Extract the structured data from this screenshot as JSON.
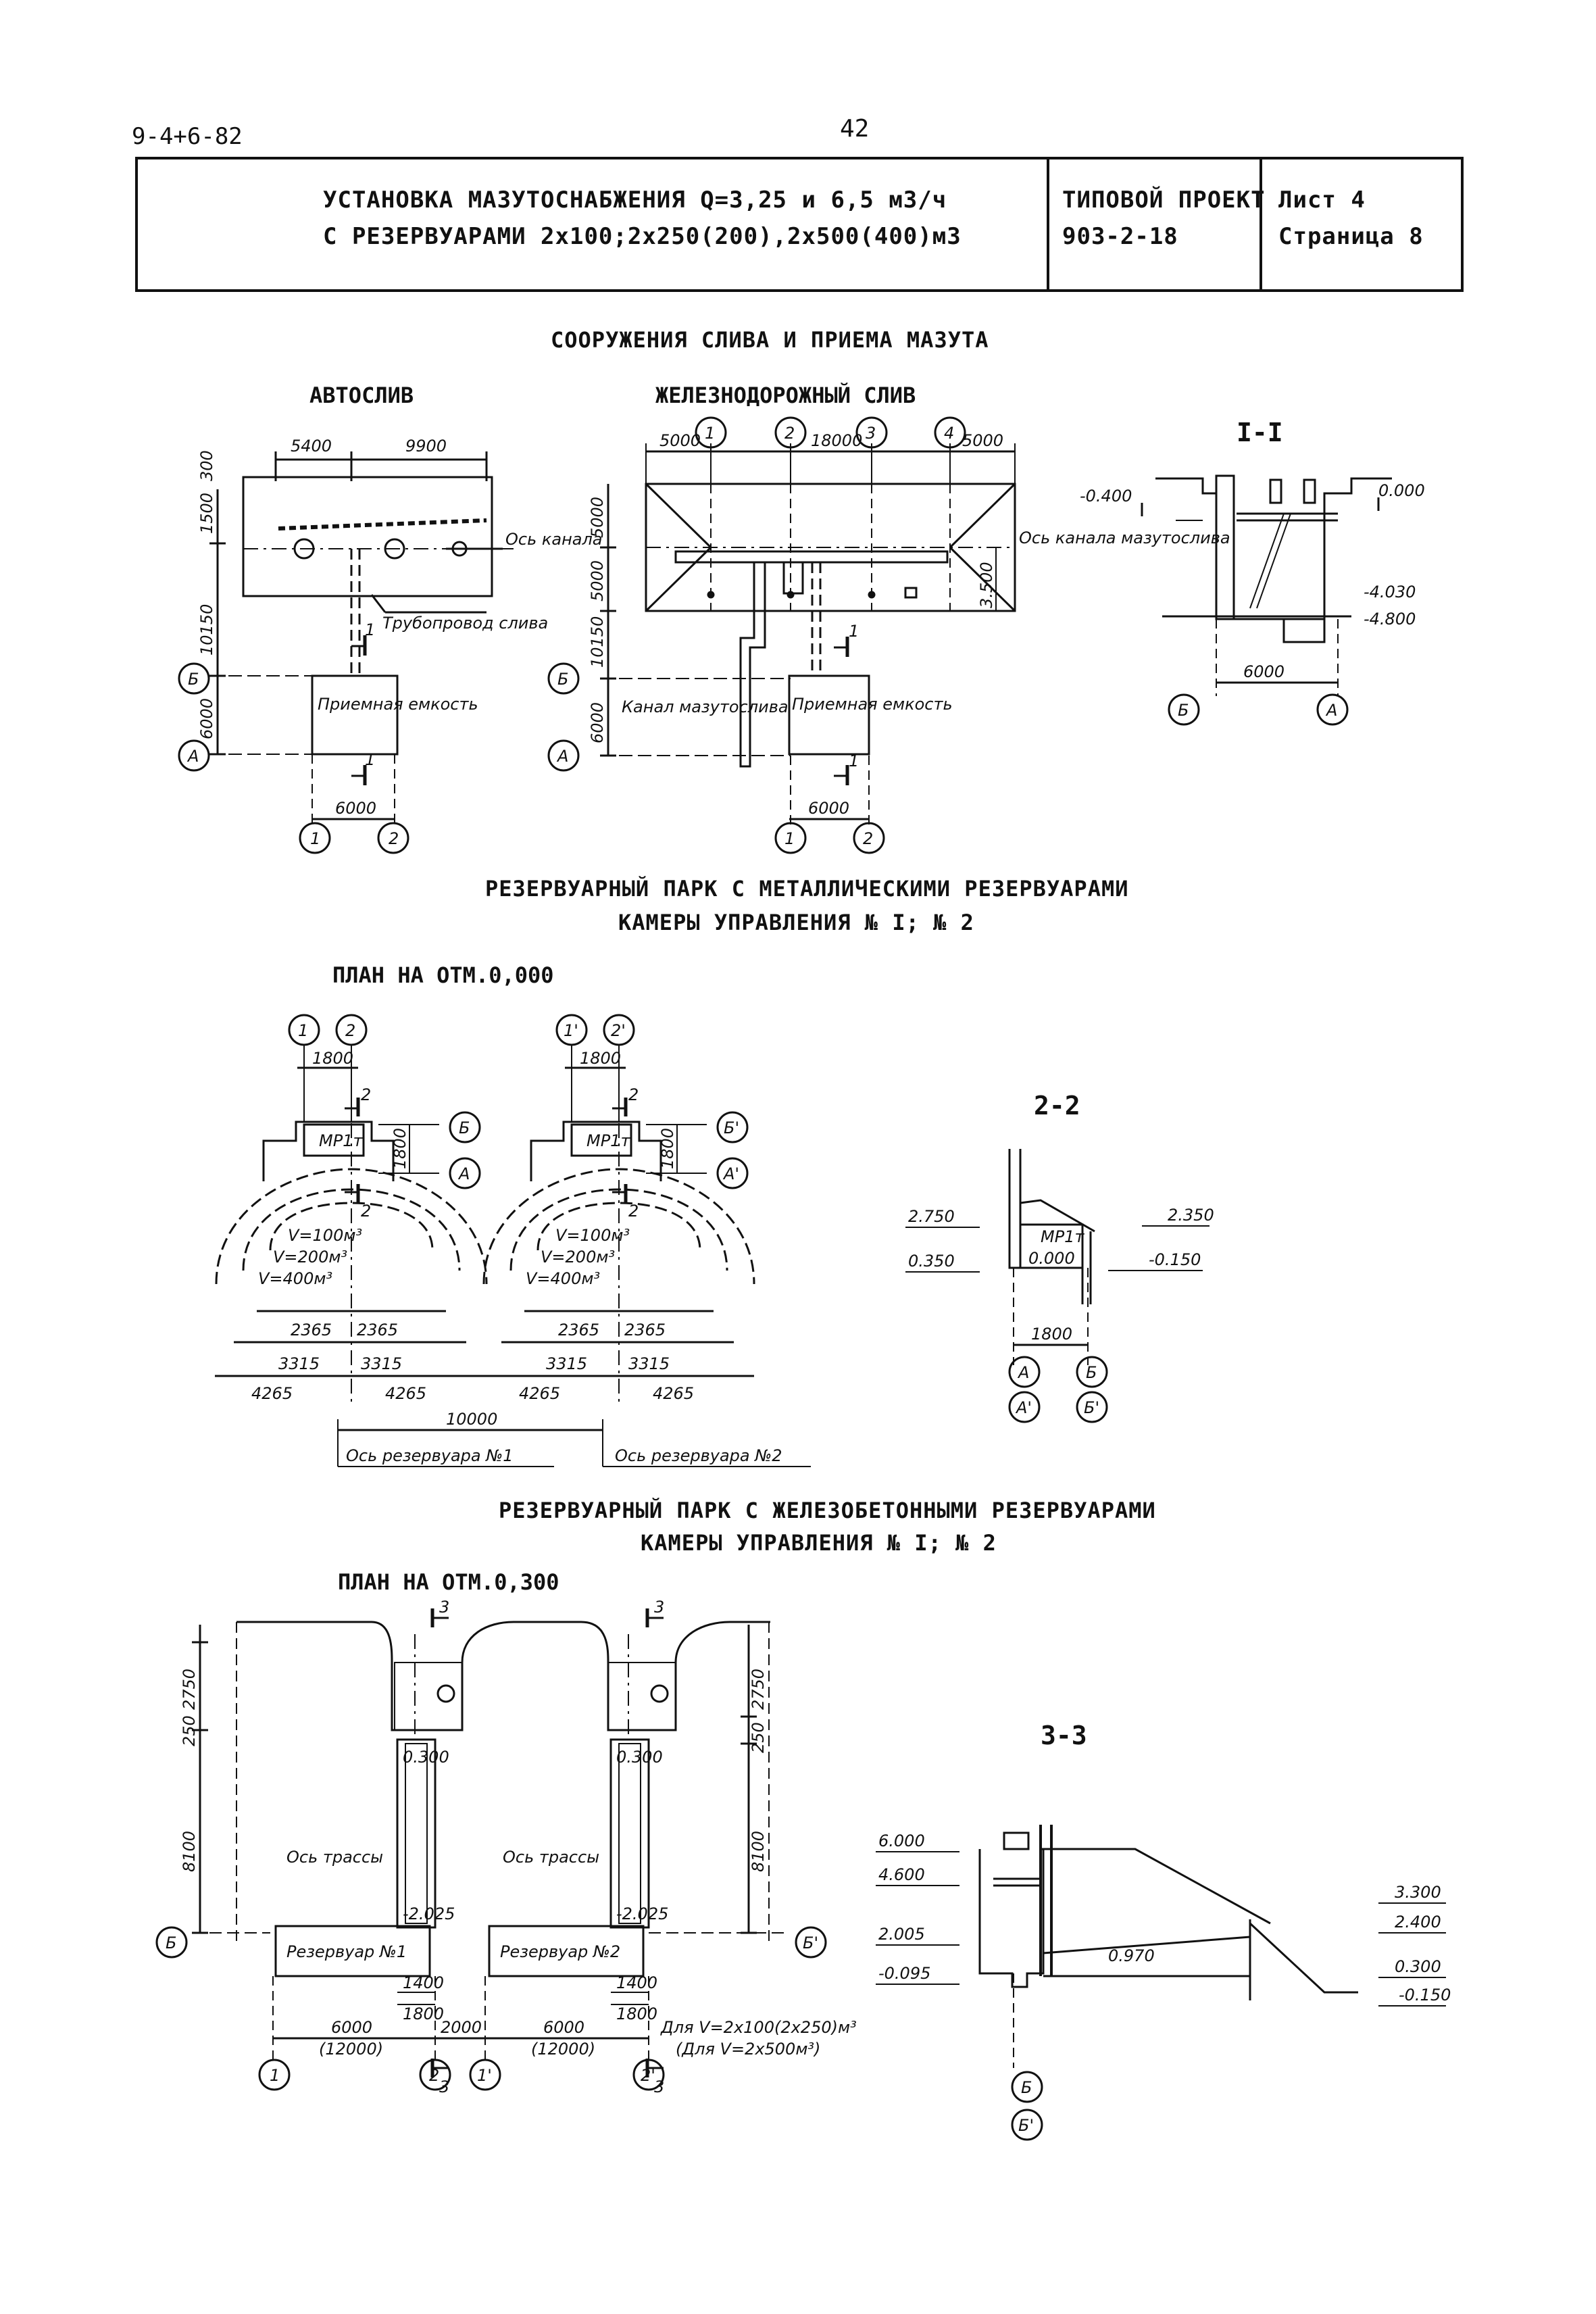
{
  "doc_code": "9-4+6-82",
  "page_number": "42",
  "header": {
    "title_line1": "УСТАНОВКА МАЗУТОСНАБЖЕНИЯ Q=3,25 и 6,5 м3/ч",
    "title_line2": "С РЕЗЕРВУАРАМИ 2х100;2х250(200),2х500(400)м3",
    "project_line1": "ТИПОВОЙ ПРОЕКТ",
    "project_line2": "903-2-18",
    "sheet_line1": "Лист 4",
    "sheet_line2": "Страница 8"
  },
  "section1": {
    "title": "СООРУЖЕНИЯ СЛИВА И ПРИЕМА МАЗУТА",
    "auto_title": "АВТОСЛИВ",
    "rail_title": "ЖЕЛЕЗНОДОРОЖНЫЙ СЛИВ",
    "section_title": "I-I",
    "auto": {
      "dim_top_a": "5400",
      "dim_top_b": "9900",
      "dim_side_a": "1500",
      "dim_side_b": "300",
      "dim_side_c": "10150",
      "dim_side_d": "6000",
      "dim_bottom": "6000",
      "axis_label": "Ось канала",
      "pipe_label": "Трубопровод слива",
      "tank_label": "Приемная емкость",
      "cut_mark": "1",
      "axis_b": "Б",
      "axis_a": "А",
      "axis_1": "1",
      "axis_2": "2"
    },
    "rail": {
      "dim_a": "5000",
      "dim_b": "18000",
      "dim_c": "5000",
      "dim_side_a": "5000",
      "dim_side_b": "5000",
      "dim_side_c": "10150",
      "dim_side_d": "6000",
      "dim_right": "3.500",
      "dim_bottom": "6000",
      "axis_label": "Ось канала мазутослива",
      "canal_label": "Канал мазутослива",
      "tank_label": "Приемная емкость",
      "cut_mark": "1",
      "ax1": "1",
      "ax2": "2",
      "ax3": "3",
      "ax4": "4",
      "axis_b": "Б",
      "axis_a": "А",
      "bottom_1": "1",
      "bottom_2": "2"
    },
    "section": {
      "el_left": "-0.400",
      "el_right": "0.000",
      "el_mid": "-4.030",
      "el_low": "-4.800",
      "dim": "6000",
      "axis_b": "Б",
      "axis_a": "А"
    }
  },
  "section2": {
    "title_line1": "РЕЗЕРВУАРНЫЙ ПАРК С МЕТАЛЛИЧЕСКИМИ РЕЗЕРВУАРАМИ",
    "title_line2": "КАМЕРЫ УПРАВЛЕНИЯ № I; № 2",
    "plan_title": "ПЛАН НА ОТМ.0,000",
    "section_title": "2-2",
    "tank1": {
      "ax1": "1",
      "ax2": "2",
      "axb": "Б",
      "axa": "А",
      "dim_top": "1800",
      "dim_side": "1800",
      "cut": "2",
      "room": "МР1т",
      "v1": "V=100м³",
      "v2": "V=200м³",
      "v3": "V=400м³",
      "d1a": "2365",
      "d1b": "2365",
      "d2a": "3315",
      "d2b": "3315",
      "d3a": "4265",
      "d3b": "4265"
    },
    "tank2": {
      "ax1": "1'",
      "ax2": "2'",
      "axb": "Б'",
      "axa": "А'",
      "dim_top": "1800",
      "dim_side": "1800",
      "cut": "2",
      "room": "МР1т",
      "v1": "V=100м³",
      "v2": "V=200м³",
      "v3": "V=400м³",
      "d1a": "2365",
      "d1b": "2365",
      "d2a": "3315",
      "d2b": "3315",
      "d3a": "4265",
      "d3b": "4265"
    },
    "dim_between": "10000",
    "axis_tank1": "Ось резервуара №1",
    "axis_tank2": "Ось резервуара №2",
    "section": {
      "el1": "2.750",
      "el2": "2.350",
      "el3": "0.350",
      "el4": "-0.150",
      "el5": "0.000",
      "room": "МР1т",
      "dim": "1800",
      "ax_a": "А",
      "ax_b": "Б",
      "ax_a2": "А'",
      "ax_b2": "Б'"
    }
  },
  "section3": {
    "title_line1": "РЕЗЕРВУАРНЫЙ ПАРК С ЖЕЛЕЗОБЕТОННЫМИ РЕЗЕРВУАРАМИ",
    "title_line2": "КАМЕРЫ УПРАВЛЕНИЯ № I; № 2",
    "plan_title": "ПЛАН НА ОТМ.0,300",
    "section_title": "3-3",
    "plan": {
      "cut": "3",
      "dim_left_a": "250",
      "dim_left_b": "2750",
      "dim_left_c": "8100",
      "dim_right_a": "2750",
      "dim_right_b": "250",
      "dim_right_c": "8100",
      "el_top1": "0.300",
      "el_top2": "0.300",
      "el_bot1": "-2.025",
      "el_bot2": "-2.025",
      "trace1": "Ось трассы",
      "trace2": "Ось трассы",
      "tank1": "Резервуар №1",
      "tank2": "Резервуар №2",
      "d_small1": "1400",
      "d_small2": "1800",
      "d_small3": "1400",
      "d_small4": "1800",
      "d1": "6000",
      "d1b": "(12000)",
      "d2": "2000",
      "d3": "6000",
      "d3b": "(12000)",
      "note1": "Для V=2х100(2х250)м³",
      "note2": "(Для V=2х500м³)",
      "ax1": "1",
      "ax2": "2",
      "ax1p": "1'",
      "ax2p": "2'",
      "axb": "Б",
      "axbp": "Б'"
    },
    "section": {
      "el1": "6.000",
      "el2": "4.600",
      "el3": "2.005",
      "el4": "-0.095",
      "el5": "3.300",
      "el6": "2.400",
      "el7": "0.300",
      "el8": "-0.150",
      "el9": "0.970",
      "ax_b": "Б",
      "ax_bp": "Б'"
    }
  }
}
